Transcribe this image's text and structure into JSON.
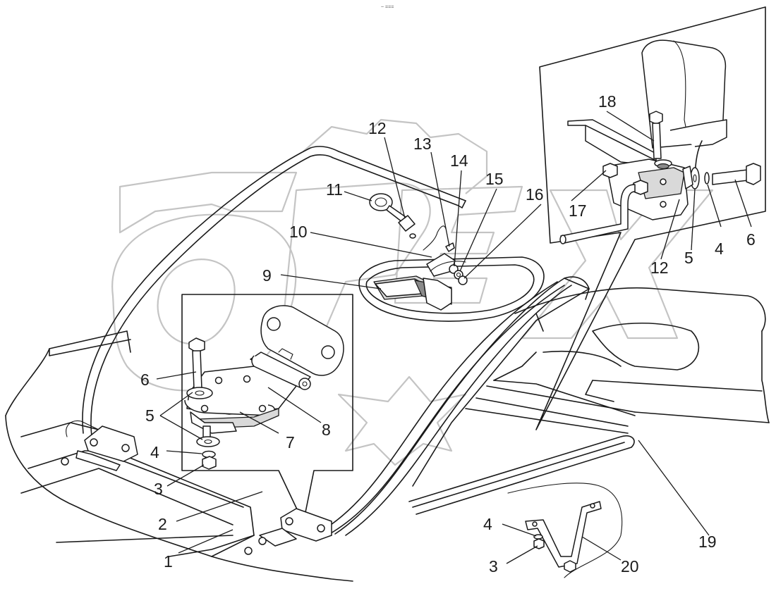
{
  "header_mark": "~ ===",
  "callouts": [
    {
      "id": "c1",
      "text": "1"
    },
    {
      "id": "c2",
      "text": "2"
    },
    {
      "id": "c3a",
      "text": "3"
    },
    {
      "id": "c3b",
      "text": "3"
    },
    {
      "id": "c4a",
      "text": "4"
    },
    {
      "id": "c4b",
      "text": "4"
    },
    {
      "id": "c4c",
      "text": "4"
    },
    {
      "id": "c5a",
      "text": "5"
    },
    {
      "id": "c5b",
      "text": "5"
    },
    {
      "id": "c6a",
      "text": "6"
    },
    {
      "id": "c6b",
      "text": "6"
    },
    {
      "id": "c7",
      "text": "7"
    },
    {
      "id": "c8",
      "text": "8"
    },
    {
      "id": "c9",
      "text": "9"
    },
    {
      "id": "c10",
      "text": "10"
    },
    {
      "id": "c11",
      "text": "11"
    },
    {
      "id": "c12a",
      "text": "12"
    },
    {
      "id": "c12b",
      "text": "12"
    },
    {
      "id": "c13",
      "text": "13"
    },
    {
      "id": "c14",
      "text": "14"
    },
    {
      "id": "c15",
      "text": "15"
    },
    {
      "id": "c16",
      "text": "16"
    },
    {
      "id": "c17",
      "text": "17"
    },
    {
      "id": "c18",
      "text": "18"
    },
    {
      "id": "c19",
      "text": "19"
    },
    {
      "id": "c20",
      "text": "20"
    }
  ],
  "colors": {
    "line": "#1a1a1a",
    "watermark": "#c4c4c4",
    "shade": "#d9d9d9"
  }
}
